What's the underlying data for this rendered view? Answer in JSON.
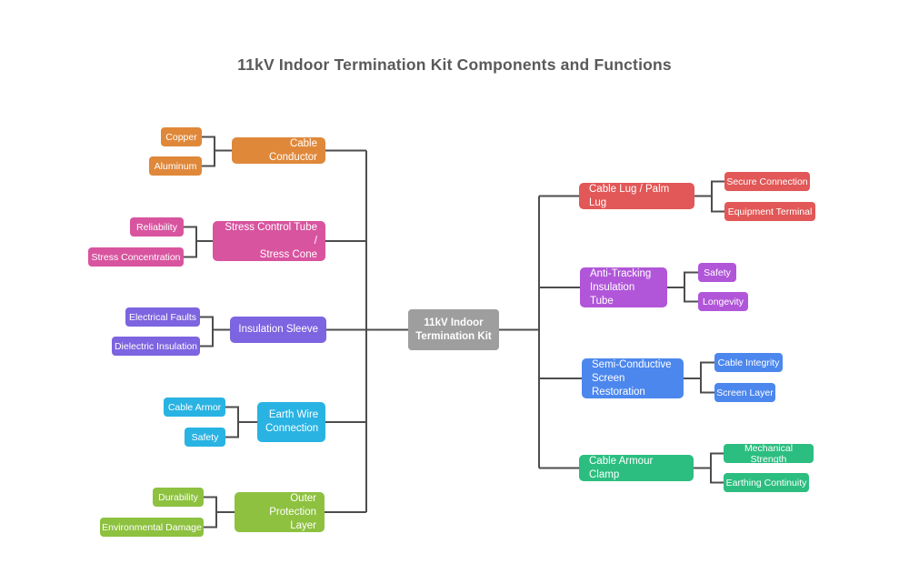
{
  "title": "11kV Indoor Termination Kit Components and Functions",
  "colors": {
    "connector": "#4d4d4d",
    "title_text": "#595959",
    "node_text": "#ffffff",
    "root": "#9e9e9e",
    "cable_conductor": "#e0883a",
    "stress_control": "#d8549f",
    "insulation_sleeve": "#7d64e0",
    "earth_wire": "#29b3e3",
    "outer_protection": "#8dc13f",
    "cable_lug": "#e25757",
    "anti_tracking": "#b156d9",
    "semi_conductive": "#4c87ee",
    "armour_clamp": "#2cbe80"
  },
  "center": {
    "label": "11kV Indoor\nTermination Kit",
    "color": "#9e9e9e"
  },
  "left_branches": [
    {
      "label": "Cable Conductor",
      "color": "#e0883a",
      "leaves": [
        {
          "label": "Copper",
          "color": "#e0883a"
        },
        {
          "label": "Aluminum",
          "color": "#e0883a"
        }
      ]
    },
    {
      "label": "Stress Control Tube /\nStress Cone",
      "color": "#d8549f",
      "leaves": [
        {
          "label": "Reliability",
          "color": "#d8549f"
        },
        {
          "label": "Stress Concentration",
          "color": "#d8549f"
        }
      ]
    },
    {
      "label": "Insulation Sleeve",
      "color": "#7d64e0",
      "leaves": [
        {
          "label": "Electrical Faults",
          "color": "#7d64e0"
        },
        {
          "label": "Dielectric Insulation",
          "color": "#7d64e0"
        }
      ]
    },
    {
      "label": "Earth Wire\nConnection",
      "color": "#29b3e3",
      "leaves": [
        {
          "label": "Cable Armor",
          "color": "#29b3e3"
        },
        {
          "label": "Safety",
          "color": "#29b3e3"
        }
      ]
    },
    {
      "label": "Outer Protection\nLayer",
      "color": "#8dc13f",
      "leaves": [
        {
          "label": "Durability",
          "color": "#8dc13f"
        },
        {
          "label": "Environmental Damage",
          "color": "#8dc13f"
        }
      ]
    }
  ],
  "right_branches": [
    {
      "label": "Cable Lug / Palm Lug",
      "color": "#e25757",
      "leaves": [
        {
          "label": "Secure Connection",
          "color": "#e25757"
        },
        {
          "label": "Equipment Terminal",
          "color": "#e25757"
        }
      ]
    },
    {
      "label": "Anti-Tracking\nInsulation Tube",
      "color": "#b156d9",
      "leaves": [
        {
          "label": "Safety",
          "color": "#b156d9"
        },
        {
          "label": "Longevity",
          "color": "#b156d9"
        }
      ]
    },
    {
      "label": "Semi-Conductive\nScreen Restoration",
      "color": "#4c87ee",
      "leaves": [
        {
          "label": "Cable Integrity",
          "color": "#4c87ee"
        },
        {
          "label": "Screen Layer",
          "color": "#4c87ee"
        }
      ]
    },
    {
      "label": "Cable Armour Clamp",
      "color": "#2cbe80",
      "leaves": [
        {
          "label": "Mechanical Strength",
          "color": "#2cbe80"
        },
        {
          "label": "Earthing Continuity",
          "color": "#2cbe80"
        }
      ]
    }
  ]
}
